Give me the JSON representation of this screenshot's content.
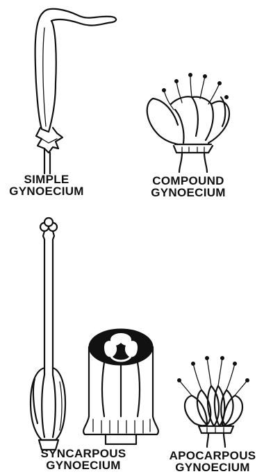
{
  "figures": [
    {
      "id": "simple",
      "line1": "SIMPLE",
      "line2": "GYNOECIUM"
    },
    {
      "id": "compound",
      "line1": "COMPOUND",
      "line2": "GYNOECIUM"
    },
    {
      "id": "syncarpous",
      "line1": "SYNCARPOUS",
      "line2": "GYNOECIUM"
    },
    {
      "id": "apocarpous",
      "line1": "APOCARPOUS",
      "line2": "GYNOECIUM"
    }
  ]
}
